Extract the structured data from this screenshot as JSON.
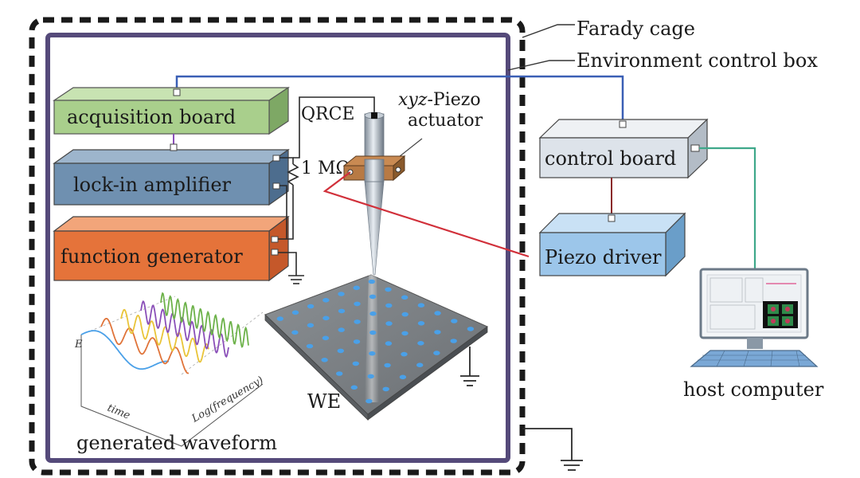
{
  "labels": {
    "faraday_cage": "Farady cage",
    "env_box": "Environment control box",
    "acquisition_board": "acquisition board",
    "lock_in": "lock-in amplifier",
    "function_generator": "function generator",
    "control_board": "control board",
    "piezo_driver": "Piezo driver",
    "host_computer": "host computer",
    "qrce": "QRCE",
    "xyz": "xyz",
    "piezo_suffix": "-Piezo",
    "actuator": "actuator",
    "resistor": "1 MΩ",
    "we": "WE",
    "generated_waveform": "generated waveform",
    "axis_e": "E",
    "axis_time": "time",
    "axis_freq": "Log(frequency)"
  },
  "colors": {
    "acquisition_board": "#a9cf8c",
    "lock_in": "#6f90b0",
    "function_generator": "#e5733a",
    "control_board": "#dde3ea",
    "piezo_driver": "#9cc6ea",
    "env_box": "#554a7a",
    "blue_wire": "#3a5fb5",
    "red_wire": "#d1303a",
    "green_wire": "#3ea88a",
    "dark_wire": "#2a2a2a",
    "plate": "#7d8184",
    "dots": "#4aa0e8"
  },
  "waveform_series": [
    {
      "color": "#4aa0e8"
    },
    {
      "color": "#e0743a"
    },
    {
      "color": "#e9c438"
    },
    {
      "color": "#8a4fb8"
    },
    {
      "color": "#6db24a"
    }
  ]
}
